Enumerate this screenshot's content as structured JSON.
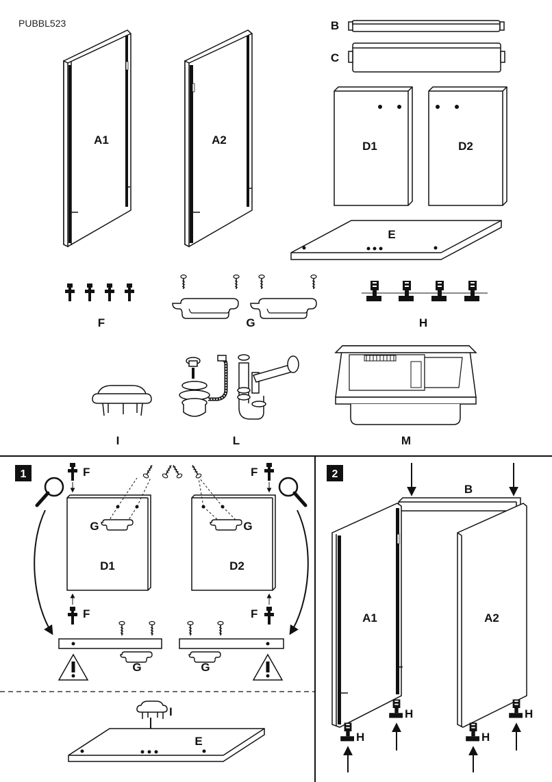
{
  "product_code": "PUBBL523",
  "parts": {
    "a1": "A1",
    "a2": "A2",
    "b": "B",
    "c": "C",
    "d1": "D1",
    "d2": "D2",
    "e": "E",
    "f": "F",
    "g": "G",
    "h": "H",
    "i": "I",
    "l": "L",
    "m": "M"
  },
  "steps": {
    "step1": "1",
    "step2": "2"
  },
  "step1_labels": {
    "f": "F",
    "g": "G",
    "d1": "D1",
    "d2": "D2",
    "i": "I",
    "e": "E"
  },
  "step2_labels": {
    "b": "B",
    "a1": "A1",
    "a2": "A2",
    "h": "H"
  },
  "icons": [
    "magnifier-icon",
    "warning-icon",
    "arrow-icon",
    "screw-icon",
    "handle-icon",
    "dowel-icon",
    "foot-icon"
  ]
}
